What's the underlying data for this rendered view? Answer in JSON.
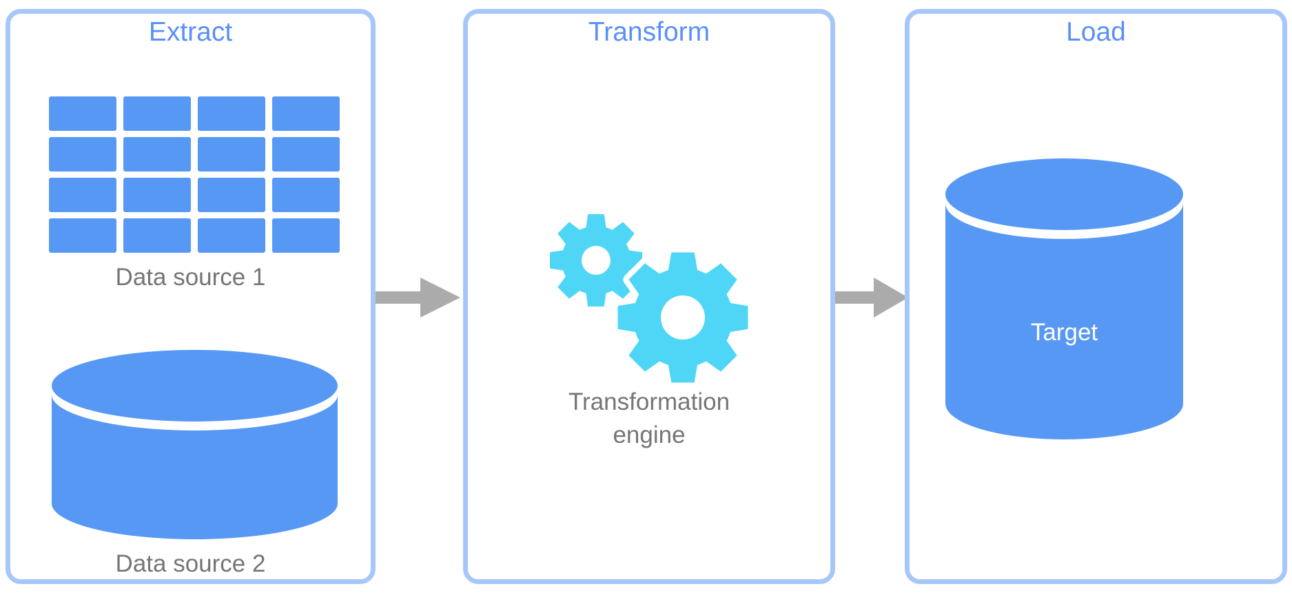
{
  "diagram": {
    "background": "#FFFFFF",
    "stages": [
      {
        "title": "Extract",
        "items": [
          {
            "icon": "table-icon",
            "label": "Data source 1"
          },
          {
            "icon": "database-cylinder-icon",
            "label": "Data source 2"
          }
        ]
      },
      {
        "title": "Transform",
        "items": [
          {
            "icon": "gears-icon",
            "label": "Transformation engine"
          }
        ]
      },
      {
        "title": "Load",
        "items": [
          {
            "icon": "database-cylinder-icon",
            "label": "Target"
          }
        ]
      }
    ],
    "arrows": [
      {
        "icon": "arrow-right-icon",
        "from": "Extract",
        "to": "Transform"
      },
      {
        "icon": "arrow-right-icon",
        "from": "Transform",
        "to": "Load"
      }
    ],
    "colors": {
      "background": "#FFFFFF",
      "panel_border": "#A7C7FA",
      "title_text": "#5B8FF8",
      "shape_blue": "#5898F5",
      "gear_cyan": "#4FD6F7",
      "arrow_gray": "#ABABAB",
      "label_gray": "#757575",
      "target_text": "#FFFFFF"
    }
  }
}
